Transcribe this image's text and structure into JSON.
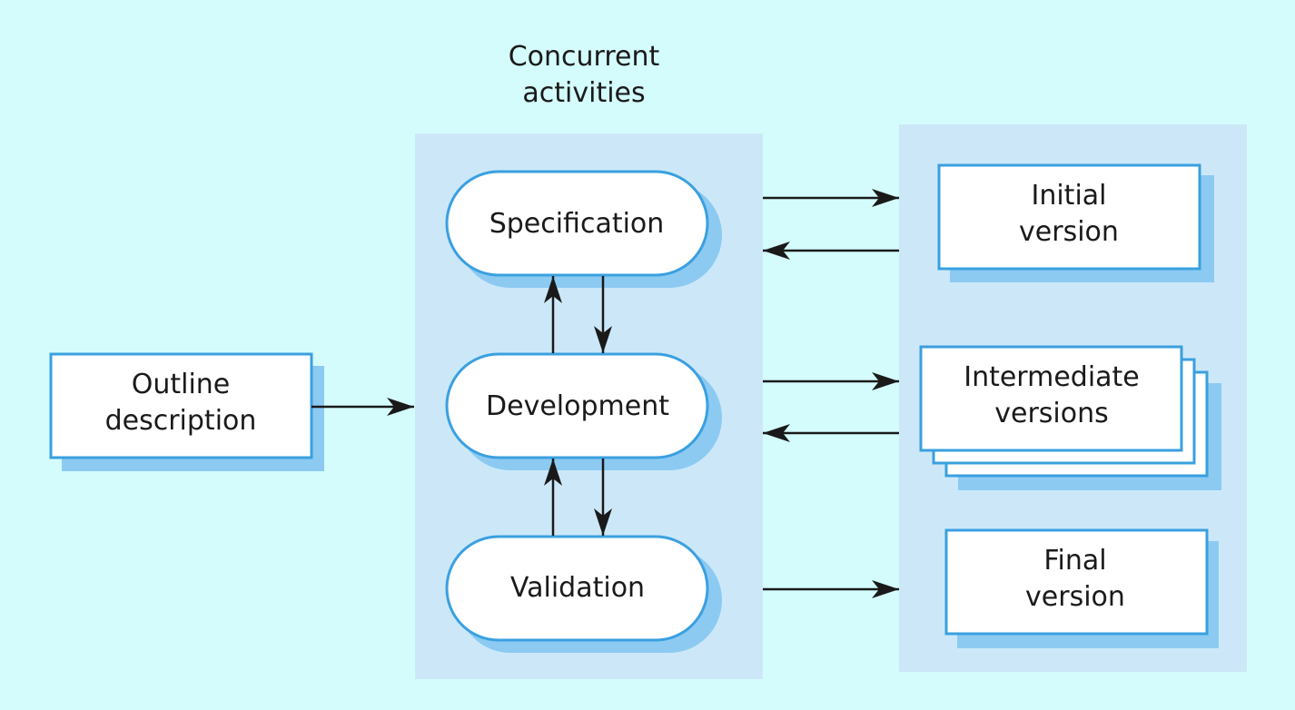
{
  "diagram": {
    "title_line1": "Concurrent",
    "title_line2": "activities",
    "outline": {
      "line1": "Outline",
      "line2": "description"
    },
    "activities": {
      "specification": "Specification",
      "development": "Development",
      "validation": "Validation"
    },
    "versions": {
      "initial": {
        "line1": "Initial",
        "line2": "version"
      },
      "intermediate": {
        "line1": "Intermediate",
        "line2": "versions"
      },
      "final": {
        "line1": "Final",
        "line2": "version"
      }
    }
  },
  "colors": {
    "background": "#d4fcfc",
    "panel": "#cce8f8",
    "shadow": "#8ccaf2",
    "border": "#3aa0e0",
    "box_fill": "#ffffff",
    "arrow": "#1a1a1a"
  }
}
